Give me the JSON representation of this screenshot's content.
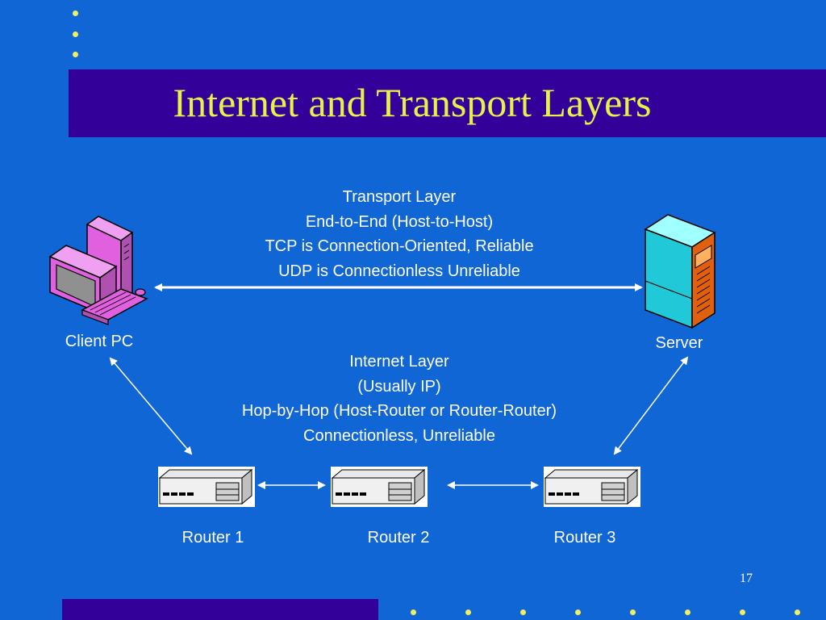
{
  "slide": {
    "title": "Internet and Transport Layers",
    "page_number": "17"
  },
  "transport": {
    "lines": [
      "Transport Layer",
      "End-to-End (Host-to-Host)",
      "TCP is Connection-Oriented, Reliable",
      "UDP is Connectionless Unreliable"
    ]
  },
  "internet": {
    "lines": [
      "Internet Layer",
      "(Usually IP)",
      "Hop-by-Hop (Host-Router or Router-Router)",
      "Connectionless, Unreliable"
    ]
  },
  "nodes": {
    "client": "Client PC",
    "server": "Server",
    "router1": "Router 1",
    "router2": "Router 2",
    "router3": "Router 3"
  },
  "colors": {
    "background": "#1166d6",
    "title_bar": "#330099",
    "title_text": "#e8f04a",
    "body_text": "#ffffff"
  }
}
